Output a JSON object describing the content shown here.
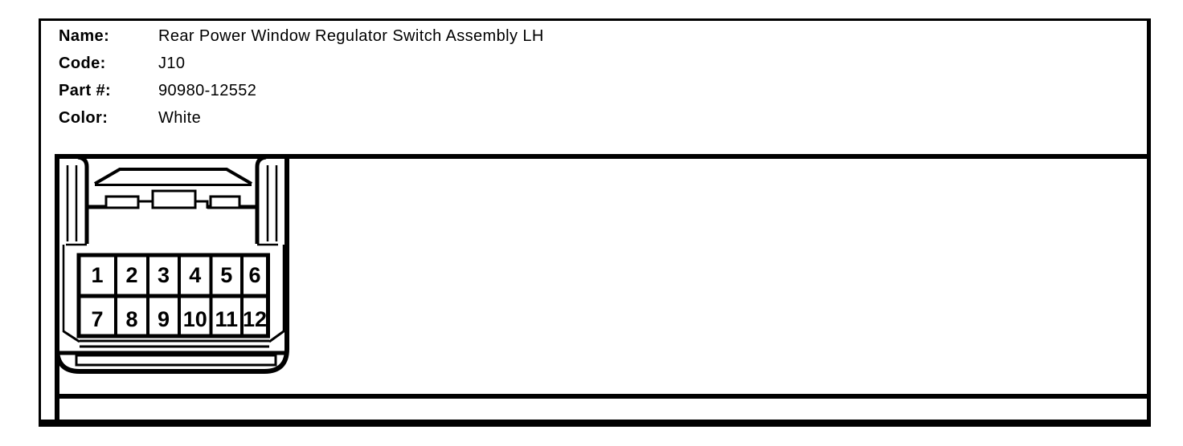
{
  "page": {
    "background": "#ffffff",
    "line_color": "#000000"
  },
  "header": {
    "fields": [
      {
        "label": "Name:",
        "value": "Rear Power Window Regulator Switch Assembly LH"
      },
      {
        "label": "Code:",
        "value": "J10"
      },
      {
        "label": "Part #:",
        "value": "90980-12552"
      },
      {
        "label": "Color:",
        "value": "White"
      }
    ]
  },
  "connector": {
    "rows": 2,
    "columns": 6,
    "pins": [
      "1",
      "2",
      "3",
      "4",
      "5",
      "6",
      "7",
      "8",
      "9",
      "10",
      "11",
      "12"
    ]
  }
}
